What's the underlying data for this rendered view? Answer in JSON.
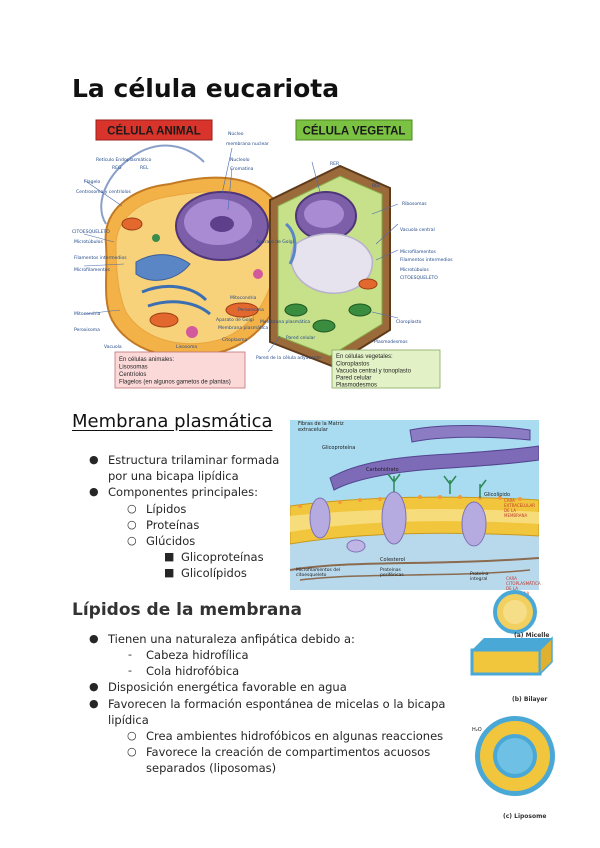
{
  "title": "La célula eucariota",
  "cell_figure": {
    "animal_label": "CÉLULA ANIMAL",
    "plant_label": "CÉLULA VEGETAL",
    "animal_labels": [
      "Núcleo",
      "membrana nuclear",
      "Nucleolo",
      "Cromatina",
      "Retículo Endoplasmático",
      "REG",
      "REL",
      "Flagelo",
      "Centrosoma y centríolos",
      "CITOESQUELETO",
      "Microtúbulos",
      "Filamentos intermedios",
      "Microfilamentos",
      "Mitocondria",
      "Peroxisoma",
      "Vacuola",
      "Lisosoma",
      "Membrana plasmática",
      "Aparato de Golgi",
      "Citoplasma"
    ],
    "plant_labels": [
      "RER",
      "REL",
      "Ribosomas",
      "Vacuola central",
      "Microfilamentos",
      "Filamentos intermedios",
      "Microtúbulos",
      "CITOESQUELETO",
      "Cloroplasto",
      "Plasmodesmos",
      "Mitocondria",
      "Peroxisoma",
      "Membrana plasmática",
      "Pared celular",
      "Aparato de Golgi",
      "Pared de la célula adyacente"
    ],
    "animal_box": {
      "heading": "En células animales:",
      "items": [
        "Lisosomas",
        "Centríolos",
        "Flagelos (en algunos gametos de plantas)"
      ]
    },
    "plant_box": {
      "heading": "En células vegetales:",
      "items": [
        "Cloroplastos",
        "Vacuola central y tonoplasto",
        "Pared celular",
        "Plasmodesmos"
      ]
    }
  },
  "membrana": {
    "heading": "Membrana plasmática",
    "bullets": [
      {
        "level": 1,
        "marker": "●",
        "lines": [
          "Estructura trilaminar formada",
          "por una bicapa lipídica"
        ]
      },
      {
        "level": 1,
        "marker": "●",
        "lines": [
          "Componentes principales:"
        ]
      },
      {
        "level": 2,
        "marker": "○",
        "lines": [
          "Lípidos"
        ]
      },
      {
        "level": 2,
        "marker": "○",
        "lines": [
          "Proteínas"
        ]
      },
      {
        "level": 2,
        "marker": "○",
        "lines": [
          "Glúcidos"
        ]
      },
      {
        "level": 3,
        "marker": "■",
        "lines": [
          "Glicoproteínas"
        ]
      },
      {
        "level": 3,
        "marker": "■",
        "lines": [
          "Glicolípidos"
        ]
      }
    ],
    "figure_labels": [
      "Fibras de la Matriz extracelular",
      "Glicoproteína",
      "Carbohidrato",
      "Glicolípido",
      "Colesterol",
      "Microfilamentos del citoesqueleto",
      "Proteínas periféricas",
      "Proteína integral",
      "CARA CITOPLASMÁTICA DE LA MEMBRANA",
      "CARA EXTRACELULAR DE LA MEMBRANA"
    ]
  },
  "lipidos": {
    "heading": "Lípidos de la membrana",
    "bullets": [
      {
        "level": 1,
        "marker": "●",
        "lines": [
          "Tienen una naturaleza anfipática debido a:"
        ]
      },
      {
        "level": 2,
        "marker": "-",
        "lines": [
          "Cabeza hidrofílica"
        ]
      },
      {
        "level": 2,
        "marker": "-",
        "lines": [
          "Cola hidrofóbica"
        ]
      },
      {
        "level": 1,
        "marker": "●",
        "lines": [
          "Disposición energética favorable en agua"
        ]
      },
      {
        "level": 1,
        "marker": "●",
        "lines": [
          "Favorecen la formación espontánea de micelas o la bicapa",
          "lipídica"
        ]
      },
      {
        "level": 2,
        "marker": "○",
        "lines": [
          "Crea ambientes hidrofóbicos en algunas reacciones"
        ]
      },
      {
        "level": 2,
        "marker": "○",
        "lines": [
          "Favorece la creación de compartimentos acuosos",
          "separados (liposomas)"
        ]
      }
    ],
    "figure_captions": [
      "(a) Micelle",
      "(b) Bilayer",
      "(c) Liposome"
    ],
    "liposome_inner_label": "H₂O"
  },
  "colors": {
    "animal_header": "#d9342b",
    "plant_header": "#7cc242",
    "label_blue": "#244a8a",
    "membrane_yellow": "#f2c63c",
    "protein_purple": "#b6abe0",
    "water_blue": "#4aa8d6"
  }
}
